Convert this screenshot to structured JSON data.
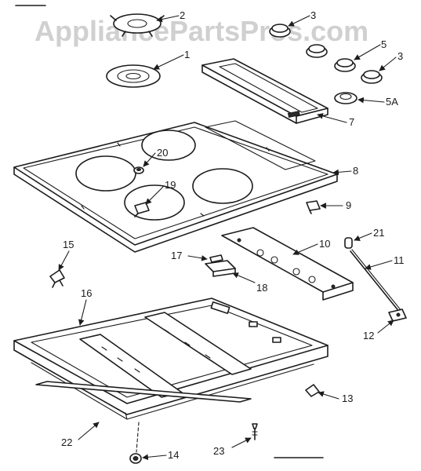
{
  "watermark": "AppliancePartsPros.com",
  "callouts": {
    "c1": "1",
    "c2": "2",
    "c3a": "3",
    "c3b": "3",
    "c5": "5",
    "c5a": "5A",
    "c7": "7",
    "c8": "8",
    "c9": "9",
    "c10": "10",
    "c11": "11",
    "c12": "12",
    "c13": "13",
    "c14": "14",
    "c15": "15",
    "c16": "16",
    "c17": "17",
    "c18": "18",
    "c19": "19",
    "c20": "20",
    "c21": "21",
    "c22": "22",
    "c23": "23"
  }
}
